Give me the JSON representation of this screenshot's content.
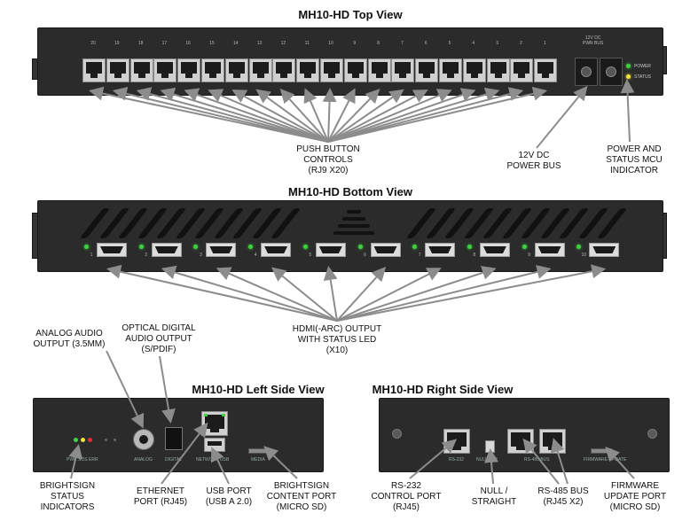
{
  "top_view": {
    "title": "MH10-HD Top View",
    "port_numbers": [
      "20",
      "19",
      "18",
      "17",
      "16",
      "15",
      "14",
      "13",
      "12",
      "11",
      "10",
      "9",
      "8",
      "7",
      "6",
      "5",
      "4",
      "3",
      "2",
      "1"
    ],
    "dc_label": "12V DC\nPWR BUS",
    "power_led_label": "POWER",
    "status_led_label": "STATUS",
    "callouts": {
      "push_button": "PUSH BUTTON\nCONTROLS\n(RJ9 X20)",
      "dc_power": "12V DC\nPOWER BUS",
      "power_status": "POWER AND\nSTATUS MCU\nINDICATOR"
    }
  },
  "bottom_view": {
    "title": "MH10-HD Bottom View",
    "port_numbers": [
      "1",
      "2",
      "3",
      "4",
      "5",
      "6",
      "7",
      "8",
      "9",
      "10"
    ],
    "callouts": {
      "hdmi": "HDMI(-ARC) OUTPUT\nWITH STATUS LED\n(X10)"
    }
  },
  "left_view": {
    "title": "MH10-HD Left Side View",
    "panel_labels": {
      "status": "PWR SOS ERR",
      "analog": "ANALOG",
      "digital": "DIGITAL",
      "network_usb": "NETWORK USB",
      "media": "MEDIA"
    },
    "callouts": {
      "analog_audio": "ANALOG AUDIO\nOUTPUT (3.5MM)",
      "optical": "OPTICAL DIGITAL\nAUDIO OUTPUT\n(S/PDIF)",
      "brightsign_status": "BRIGHTSIGN\nSTATUS\nINDICATORS",
      "ethernet": "ETHERNET\nPORT (RJ45)",
      "usb": "USB PORT\n(USB A 2.0)",
      "content": "BRIGHTSIGN\nCONTENT PORT\n(MICRO SD)"
    }
  },
  "right_view": {
    "title": "MH10-HD Right Side View",
    "panel_labels": {
      "rs232": "RS-232",
      "null_str": "NULL  STR",
      "rs485": "RS-485 BUS",
      "firmware": "FIRMWARE UPDATE"
    },
    "callouts": {
      "rs232": "RS-232\nCONTROL PORT\n(RJ45)",
      "null": "NULL /\nSTRAIGHT",
      "rs485": "RS-485 BUS\n(RJ45 X2)",
      "firmware": "FIRMWARE\nUPDATE PORT\n(MICRO SD)"
    }
  },
  "colors": {
    "panel": "#2b2b2b",
    "led_green": "#3fd13f",
    "led_yellow": "#f2e23a",
    "led_red": "#e03030",
    "arrow": "#8c8c8c"
  }
}
